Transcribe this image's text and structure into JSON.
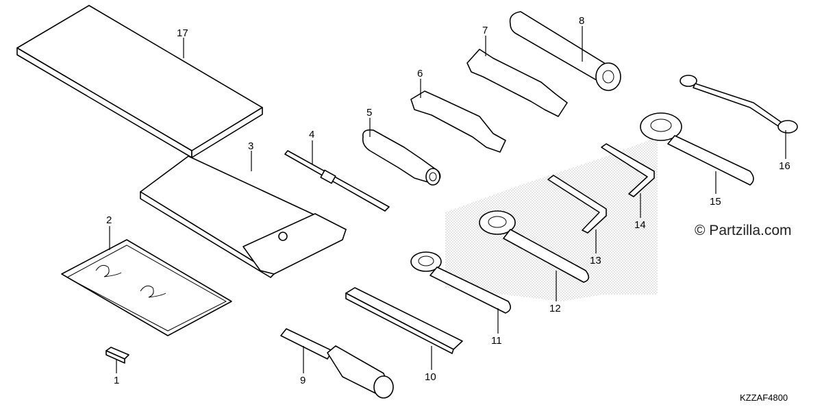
{
  "watermark": "© Partzilla.com",
  "diagram_code": "KZZAF4800",
  "callouts": [
    "1",
    "2",
    "3",
    "4",
    "5",
    "6",
    "7",
    "8",
    "9",
    "10",
    "11",
    "12",
    "13",
    "14",
    "15",
    "16",
    "17"
  ]
}
